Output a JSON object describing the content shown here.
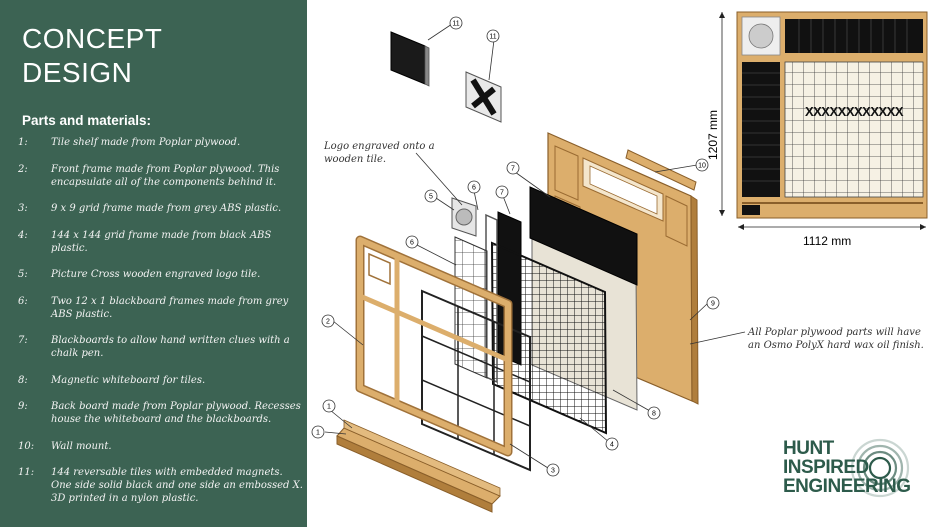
{
  "title_lines": [
    "CONCEPT",
    "DESIGN"
  ],
  "parts_heading": "Parts and materials:",
  "parts": [
    {
      "num": "1:",
      "text": "Tile shelf made from Poplar plywood."
    },
    {
      "num": "2:",
      "text": "Front frame made from Poplar plywood. This encapsulate all of the components behind it."
    },
    {
      "num": "3:",
      "text": "9 x 9 grid frame made from grey ABS plastic."
    },
    {
      "num": "4:",
      "text": "144 x 144 grid frame made from black ABS plastic."
    },
    {
      "num": "5:",
      "text": "Picture Cross wooden engraved logo tile."
    },
    {
      "num": "6:",
      "text": "Two 12 x 1 blackboard frames made from grey ABS plastic."
    },
    {
      "num": "7:",
      "text": "Blackboards to allow hand written clues with a chalk pen."
    },
    {
      "num": "8:",
      "text": "Magnetic whiteboard for tiles."
    },
    {
      "num": "9:",
      "text": "Back board made from Poplar plywood. Recesses house the whiteboard and the blackboards."
    },
    {
      "num": "10:",
      "text": "Wall mount."
    },
    {
      "num": "11:",
      "text": "144 reversable tiles with embedded magnets. One side solid black and one side an embossed X. 3D printed in a nylon plastic."
    }
  ],
  "notes": {
    "logo": "Logo engraved onto a wooden tile.",
    "oil": "All Poplar plywood parts will have an Osmo PolyX hard wax oil finish."
  },
  "dimensions": {
    "width": "1112 mm",
    "height": "1207 mm"
  },
  "callouts": [
    "11",
    "11",
    "10",
    "7",
    "7",
    "6",
    "5",
    "6",
    "2",
    "9",
    "8",
    "4",
    "3",
    "1",
    "1"
  ],
  "preview_marks": "XXXXXXXXXXXX",
  "logo": {
    "line1": "HUNT",
    "line2": "INSPIRED",
    "line3": "ENGINEERING"
  },
  "colors": {
    "panel": "#3c6353",
    "plywood": "#dcae6c",
    "plywood_edge": "#b07e3c",
    "brand": "#2d5b4b"
  }
}
